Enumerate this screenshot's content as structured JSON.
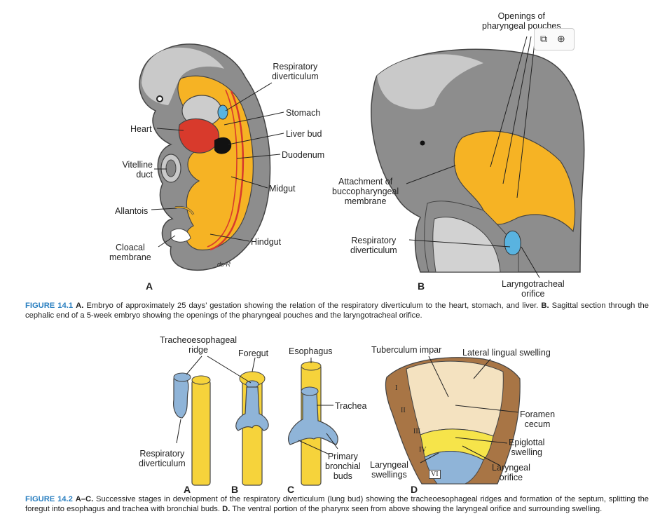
{
  "fig1": {
    "labels": {
      "openings": "Openings of\npharyngeal pouches",
      "resp_div_a": "Respiratory\ndiverticulum",
      "stomach": "Stomach",
      "heart": "Heart",
      "liver": "Liver bud",
      "duodenum": "Duodenum",
      "vitelline": "Vitelline\nduct",
      "midgut": "Midgut",
      "allantois": "Allantois",
      "hindgut": "Hindgut",
      "cloacal": "Cloacal\nmembrane",
      "attach": "Attachment of\nbuccopharyngeal\nmembrane",
      "resp_div_b": "Respiratory\ndiverticulum",
      "laryngo": "Laryngotracheal\norifice",
      "panel_a": "A",
      "panel_b": "B",
      "signature": "ds-R"
    },
    "caption": {
      "num": "FIGURE 14.1",
      "a": "A.",
      "a_text": " Embryo of approximately 25 days’ gestation showing the relation of the respiratory diverticulum to the heart, stomach, and liver. ",
      "b": "B.",
      "b_text": " Sagittal section through the cephalic end of a 5-week embryo showing the openings of the pharyngeal pouches and the laryngotracheal orifice."
    }
  },
  "fig2": {
    "labels": {
      "trach_ridge": "Tracheoesophageal\nridge",
      "foregut": "Foregut",
      "esophagus": "Esophagus",
      "trachea": "Trachea",
      "resp_div": "Respiratory\ndiverticulum",
      "primary": "Primary\nbronchial\nbuds",
      "tuberculum": "Tuberculum impar",
      "lateral": "Lateral lingual swelling",
      "foramen": "Foramen\ncecum",
      "epiglottal": "Epiglottal\nswelling",
      "laryngeal_sw": "Laryngeal\nswellings",
      "laryngeal_or": "Laryngeal\norifice",
      "panel_a": "A",
      "panel_b": "B",
      "panel_c": "C",
      "panel_d": "D",
      "r1": "I",
      "r2": "II",
      "r3": "III",
      "r4": "IV",
      "r6": "VI"
    },
    "caption": {
      "num": "FIGURE 14.2",
      "a": "A–C.",
      "a_text": " Successive stages in development of the respiratory diverticulum (lung bud) showing the tracheoesophageal ridges and formation of the septum, splitting the foregut into esophagus and trachea with bronchial buds. ",
      "b": "D.",
      "b_text": " The ventral portion of the pharynx seen from above showing the laryngeal orifice and surrounding swelling."
    }
  },
  "toolbar": {
    "copy_icon": "copy-icon",
    "zoom_icon": "zoom-in-icon"
  },
  "colors": {
    "gold": "#f6b324",
    "gray": "#8d8d8d",
    "blue": "#8fb4d8",
    "red": "#d83a2c",
    "brown": "#a87545",
    "accent": "#2a7fc0"
  }
}
